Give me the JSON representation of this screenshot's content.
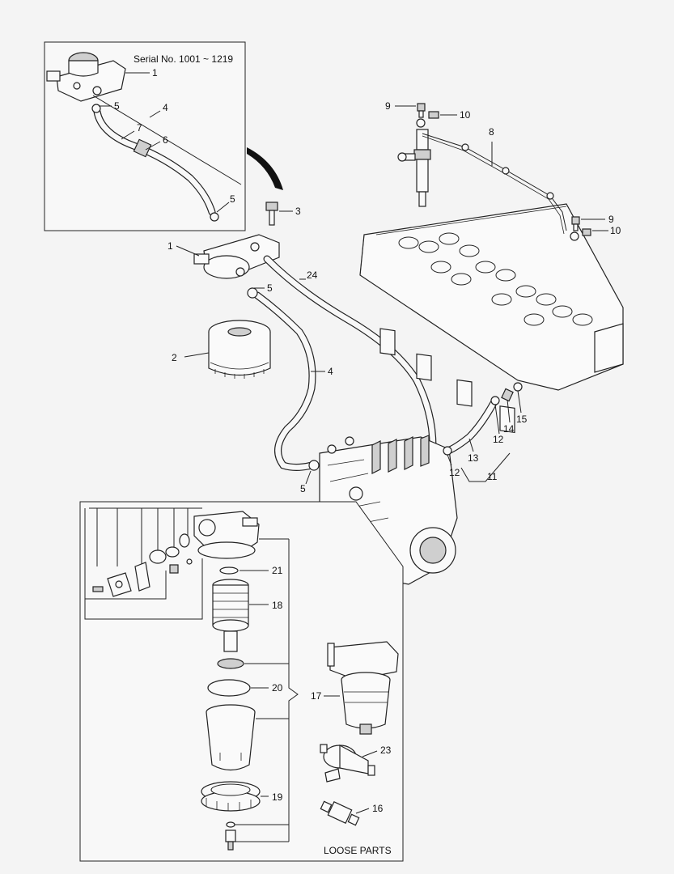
{
  "inset_top": {
    "note": "Serial No. 1001 ~ 1219"
  },
  "inset_bottom": {
    "note": "LOOSE PARTS"
  },
  "callouts": {
    "c1a": "1",
    "c4a": "4",
    "c5a": "5",
    "c7": "7",
    "c6": "6",
    "c5b": "5",
    "c3": "3",
    "c1b": "1",
    "c5c": "5",
    "c24": "24",
    "c2": "2",
    "c4b": "4",
    "c5d": "5",
    "c9a": "9",
    "c10a": "10",
    "c8": "8",
    "c9b": "9",
    "c10b": "10",
    "c15": "15",
    "c14": "14",
    "c12a": "12",
    "c13": "13",
    "c12b": "12",
    "c11": "11",
    "c21": "21",
    "c18": "18",
    "c20": "20",
    "c17": "17",
    "c23": "23",
    "c19": "19",
    "c16": "16"
  }
}
